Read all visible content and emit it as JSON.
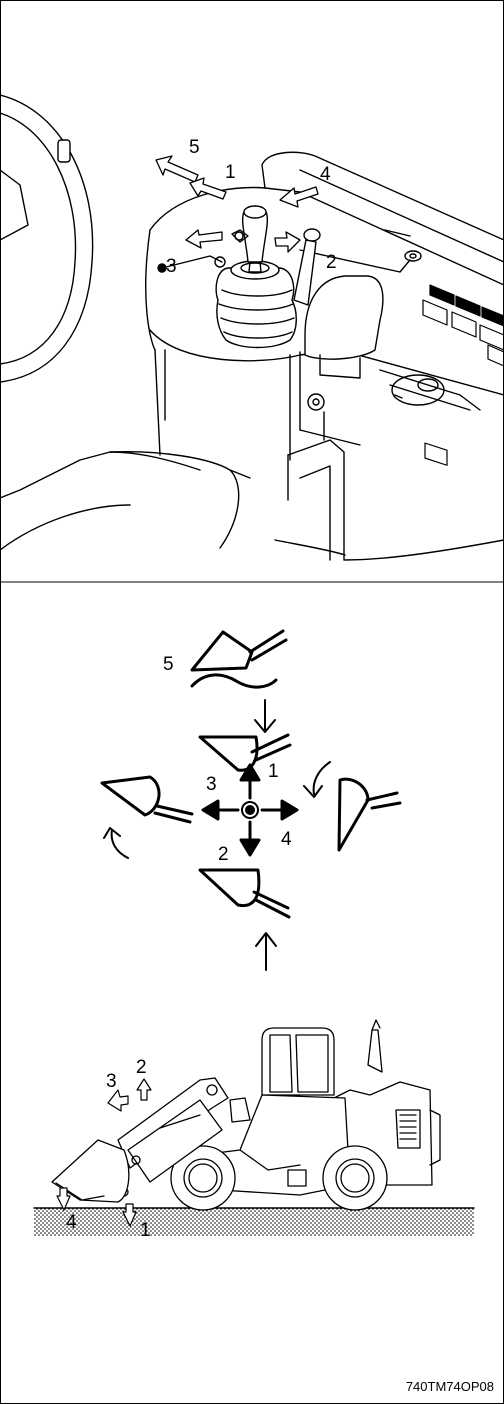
{
  "cab_panel": {
    "labels": {
      "l1": "1",
      "l2": "2",
      "l3": "3",
      "l4": "4",
      "l5": "5"
    }
  },
  "bucket_diagram": {
    "labels": {
      "l1": "1",
      "l2": "2",
      "l3": "3",
      "l4": "4",
      "l5": "5"
    }
  },
  "loader": {
    "labels": {
      "l1": "1",
      "l2": "2",
      "l3": "3",
      "l4": "4"
    }
  },
  "figure_code": "740TM74OP08"
}
